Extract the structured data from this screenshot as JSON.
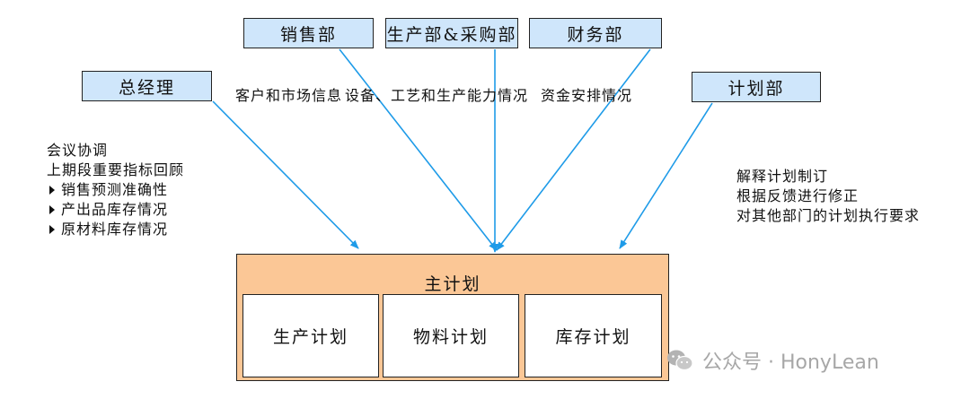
{
  "departments": {
    "general_manager": "总经理",
    "sales": "销售部",
    "production_procurement": "生产部&采购部",
    "finance": "财务部",
    "planning": "计划部"
  },
  "flow_labels": {
    "customer_market": "客户和市场信息",
    "equipment_capacity": "设备、工艺和生产能力情况",
    "funds": "资金安排情况"
  },
  "gm_notes": {
    "line1": "会议协调",
    "line2": "上期段重要指标回顾",
    "bullets": [
      "销售预测准确性",
      "产出品库存情况",
      "原材料库存情况"
    ]
  },
  "planning_notes": [
    "解释计划制订",
    "根据反馈进行修正",
    "对其他部门的计划执行要求"
  ],
  "master_plan": {
    "title": "主计划",
    "subplans": [
      "生产计划",
      "物料计划",
      "库存计划"
    ]
  },
  "watermark": "公众号 · HonyLean",
  "colors": {
    "dept_fill": "#cfe6fb",
    "master_fill": "#fbc796",
    "arrow": "#1e9be8"
  }
}
